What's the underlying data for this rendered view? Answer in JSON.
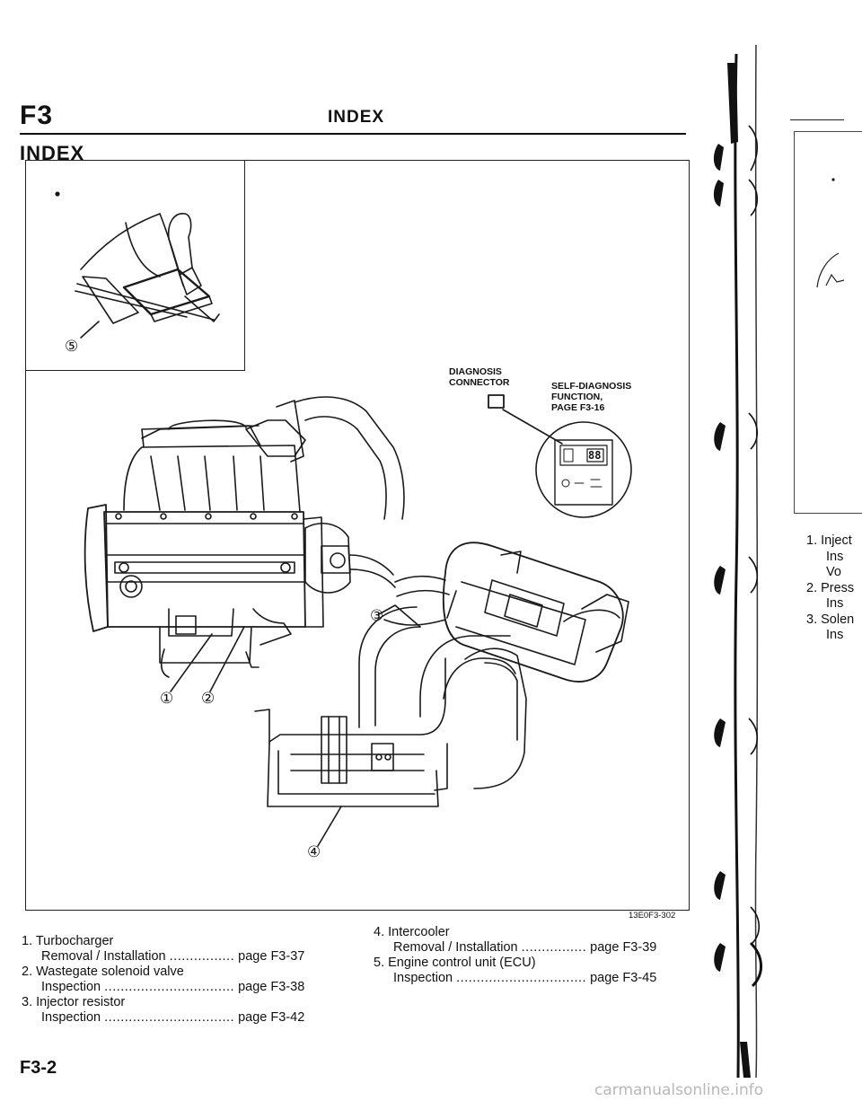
{
  "header": {
    "section": "F3",
    "title": "INDEX"
  },
  "index_heading": "INDEX",
  "figure": {
    "diagnosis_connector_label": "DIAGNOSIS\nCONNECTOR",
    "self_diagnosis_label": "SELF-DIAGNOSIS\nFUNCTION,\nPAGE F3-16",
    "display_digits": "88",
    "callouts": [
      "①",
      "②",
      "③",
      "④",
      "⑤"
    ],
    "code": "13E0F3-302"
  },
  "parts": [
    {
      "name": "1. Turbocharger",
      "rows": [
        {
          "label": "Removal / Installation",
          "dots": "................",
          "page": "page F3-37"
        }
      ]
    },
    {
      "name": "2. Wastegate solenoid valve",
      "rows": [
        {
          "label": "Inspection",
          "dots": "................................",
          "page": "page F3-38"
        }
      ]
    },
    {
      "name": "3. Injector resistor",
      "rows": [
        {
          "label": "Inspection",
          "dots": "................................",
          "page": "page F3-42"
        }
      ]
    },
    {
      "name": "4. Intercooler",
      "rows": [
        {
          "label": "Removal / Installation",
          "dots": "................",
          "page": "page F3-39"
        }
      ]
    },
    {
      "name": "5. Engine control unit (ECU)",
      "rows": [
        {
          "label": "Inspection",
          "dots": "................................",
          "page": "page F3-45"
        }
      ]
    }
  ],
  "footer": {
    "page": "F3-2"
  },
  "adjacent_page": {
    "lines": [
      "1. Inject",
      "Ins",
      "Vo",
      "2. Press",
      "Ins",
      "3. Solen",
      "Ins"
    ]
  },
  "watermark": "carmanualsonline.info"
}
